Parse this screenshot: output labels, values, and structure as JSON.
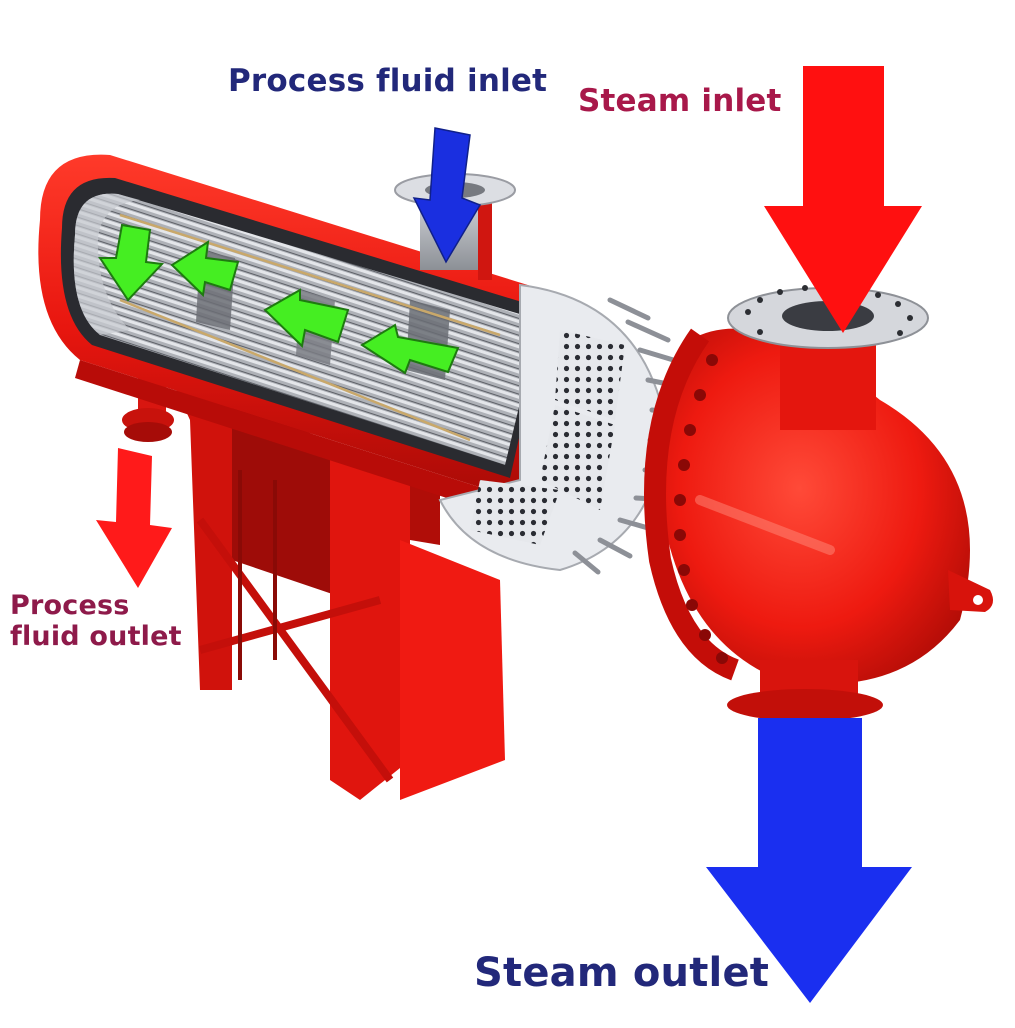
{
  "diagram": {
    "subject": "Shell and tube heat exchanger (U-tube bundle, steam heated)",
    "labels": {
      "process_fluid_inlet": "Process fluid inlet",
      "steam_inlet": "Steam inlet",
      "process_fluid_outlet_line1": "Process",
      "process_fluid_outlet_line2": "fluid outlet",
      "steam_outlet": "Steam outlet"
    },
    "components": [
      "shell (cutaway)",
      "U-tube bundle",
      "baffles",
      "tubesheet",
      "channel head / bonnet",
      "support saddle / stand",
      "process fluid inlet nozzle",
      "process fluid outlet nozzle",
      "steam inlet nozzle",
      "steam outlet nozzle"
    ],
    "flow_arrows": [
      {
        "name": "process-fluid-inlet-arrow",
        "color": "#1a2fe0",
        "direction": "down"
      },
      {
        "name": "steam-inlet-arrow",
        "color": "#ff1010",
        "direction": "down"
      },
      {
        "name": "process-fluid-outlet-arrow",
        "color": "#ff1a1a",
        "direction": "down-left"
      },
      {
        "name": "steam-outlet-arrow",
        "color": "#1a2ff0",
        "direction": "down"
      },
      {
        "name": "shell-side-flow-arrows",
        "color": "#3ff020",
        "count": 4,
        "direction": "left"
      }
    ],
    "colors": {
      "equipment_red": "#e8160f",
      "equipment_red_dark": "#b80c08",
      "label_blue": "#22287a",
      "label_crimson": "#a8184a",
      "tube_steel": "#b9bcc2",
      "tube_steel_dark": "#6e7178",
      "flow_green": "#45ee22"
    }
  }
}
